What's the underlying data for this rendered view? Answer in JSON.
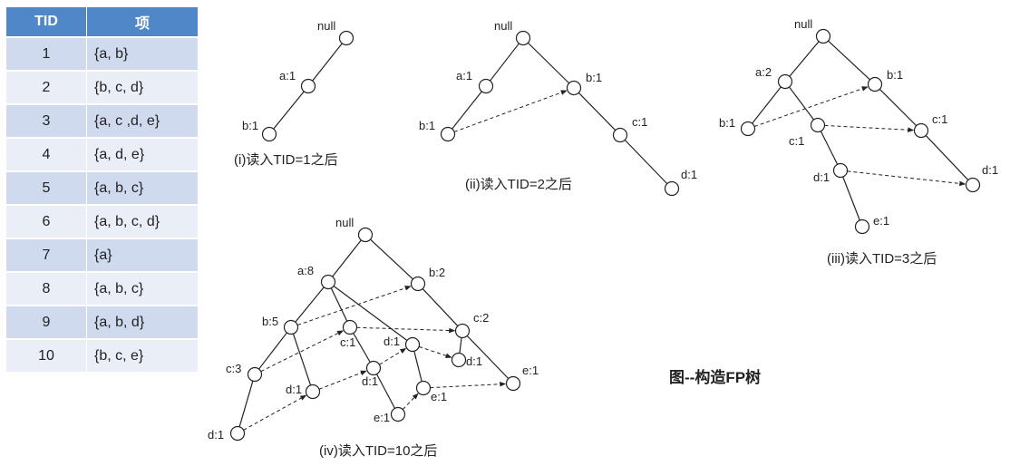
{
  "table": {
    "headers": [
      "TID",
      "项"
    ],
    "rows": [
      [
        "1",
        "{a, b}"
      ],
      [
        "2",
        "{b, c, d}"
      ],
      [
        "3",
        "{a, c ,d, e}"
      ],
      [
        "4",
        "{a, d, e}"
      ],
      [
        "5",
        "{a, b, c}"
      ],
      [
        "6",
        "{a, b, c, d}"
      ],
      [
        "7",
        "{a}"
      ],
      [
        "8",
        "{a, b, c}"
      ],
      [
        "9",
        "{a, b, d}"
      ],
      [
        "10",
        "{b, c, e}"
      ]
    ]
  },
  "title": "图--构造FP树",
  "trees": [
    {
      "caption": "(i)读入TID=1之后",
      "nodes": [
        {
          "id": "null",
          "label": "null"
        },
        {
          "id": "a",
          "label": "a:1"
        },
        {
          "id": "b",
          "label": "b:1"
        }
      ]
    },
    {
      "caption": "(ii)读入TID=2之后",
      "nodes": [
        {
          "id": "null",
          "label": "null"
        },
        {
          "id": "a",
          "label": "a:1"
        },
        {
          "id": "b1",
          "label": "b:1"
        },
        {
          "id": "b2",
          "label": "b:1"
        },
        {
          "id": "c",
          "label": "c:1"
        },
        {
          "id": "d",
          "label": "d:1"
        }
      ]
    },
    {
      "caption": "(iii)读入TID=3之后",
      "nodes": [
        {
          "id": "null",
          "label": "null"
        },
        {
          "id": "a",
          "label": "a:2"
        },
        {
          "id": "b1",
          "label": "b:1"
        },
        {
          "id": "c1",
          "label": "c:1"
        },
        {
          "id": "d1",
          "label": "d:1"
        },
        {
          "id": "e1",
          "label": "e:1"
        },
        {
          "id": "b2",
          "label": "b:1"
        },
        {
          "id": "c2",
          "label": "c:1"
        },
        {
          "id": "d2",
          "label": "d:1"
        }
      ]
    },
    {
      "caption": "(iv)读入TID=10之后",
      "nodes": [
        {
          "id": "null",
          "label": "null"
        },
        {
          "id": "a",
          "label": "a:8"
        },
        {
          "id": "b5",
          "label": "b:5"
        },
        {
          "id": "c3",
          "label": "c:3"
        },
        {
          "id": "d1a",
          "label": "d:1"
        },
        {
          "id": "d1b",
          "label": "d:1"
        },
        {
          "id": "c1",
          "label": "c:1"
        },
        {
          "id": "d1c",
          "label": "d:1"
        },
        {
          "id": "e1a",
          "label": "e:1"
        },
        {
          "id": "d1d",
          "label": "d:1"
        },
        {
          "id": "e1b",
          "label": "e:1"
        },
        {
          "id": "b2",
          "label": "b:2"
        },
        {
          "id": "c2",
          "label": "c:2"
        },
        {
          "id": "d1e",
          "label": "d:1"
        },
        {
          "id": "e1c",
          "label": "e:1"
        }
      ]
    }
  ]
}
